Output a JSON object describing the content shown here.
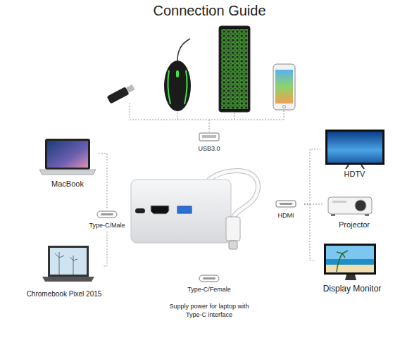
{
  "diagram": {
    "title": "Connection Guide",
    "nodes": [
      {
        "text": [
          "MacBook"
        ]
      },
      {
        "text": [
          "Chromebook Pixel 2015"
        ]
      },
      {
        "text": [
          "Type-C/Male"
        ]
      },
      {
        "text": [
          "USB3.0"
        ]
      },
      {
        "text": [
          "HDMI"
        ]
      },
      {
        "text": [
          "HDTV"
        ]
      },
      {
        "text": [
          "Projector"
        ]
      },
      {
        "text": [
          "Display Monitor"
        ]
      },
      {
        "text": [
          "Type-C/Female"
        ]
      }
    ],
    "edges": [
      {
        "from": 0,
        "to": 2,
        "arrow": "none"
      },
      {
        "from": 1,
        "to": 2,
        "arrow": "none"
      },
      {
        "from": 4,
        "to": 5,
        "arrow": "none"
      },
      {
        "from": 4,
        "to": 6,
        "arrow": "none"
      },
      {
        "from": 4,
        "to": 7,
        "arrow": "none"
      }
    ],
    "labels": [
      "Supply power for laptop with Type-C interface"
    ]
  }
}
